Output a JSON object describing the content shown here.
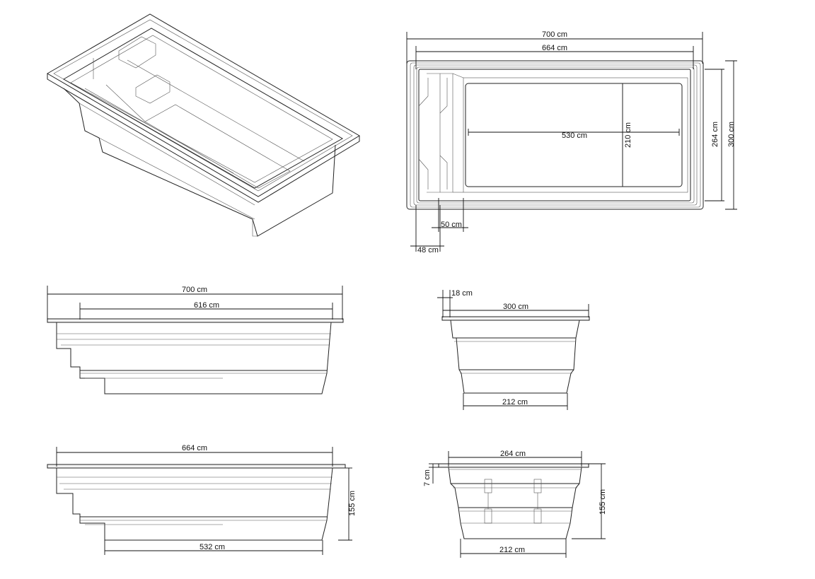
{
  "top_view": {
    "overall_length": "700 cm",
    "inner_length": "664 cm",
    "floor_length": "530 cm",
    "floor_width": "210 cm",
    "inner_width": "264 cm",
    "overall_width": "300 cm",
    "step_depth": "50 cm",
    "bench_depth": "48 cm"
  },
  "long_side_view": {
    "overall_length": "700 cm",
    "coping_length": "616 cm"
  },
  "short_side_view": {
    "rim": "18 cm",
    "overall_width": "300 cm",
    "base_width": "212 cm"
  },
  "long_section": {
    "inner_length": "664 cm",
    "height": "155 cm",
    "floor_length": "532 cm"
  },
  "short_section": {
    "inner_width": "264 cm",
    "rim_thickness": "7 cm",
    "height": "155 cm",
    "base_width": "212 cm"
  }
}
